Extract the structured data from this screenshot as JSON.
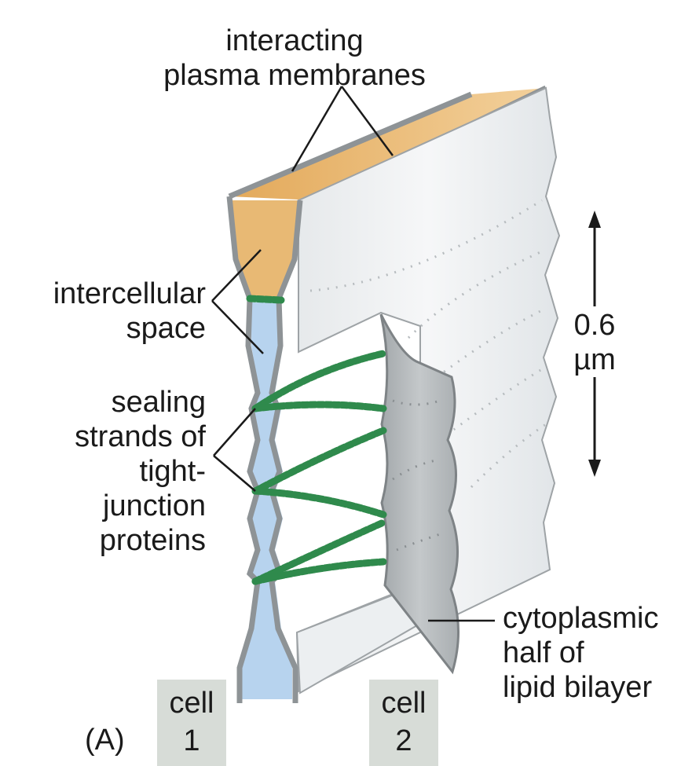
{
  "labels": {
    "membranes": [
      "interacting",
      "plasma membranes"
    ],
    "space": [
      "intercellular",
      "space"
    ],
    "strands": [
      "sealing",
      "strands of",
      "tight-",
      "junction",
      "proteins"
    ],
    "scale_value": "0.6",
    "scale_unit": "µm",
    "cytoplasmic": [
      "cytoplasmic",
      "half of",
      "lipid bilayer"
    ],
    "panel": "(A)",
    "cell1": [
      "cell",
      "1"
    ],
    "cell2": [
      "cell",
      "2"
    ]
  },
  "colors": {
    "intercellular_upper": "#e8b974",
    "intercellular_lower": "#b7d3ee",
    "membrane_gray": "#8e9396",
    "sheet_face": "#f1f3f4",
    "cytoplasmic_half": "#b9bdbf",
    "strand_green": "#2f8a4c",
    "cell_box": "#d7dcd7"
  }
}
